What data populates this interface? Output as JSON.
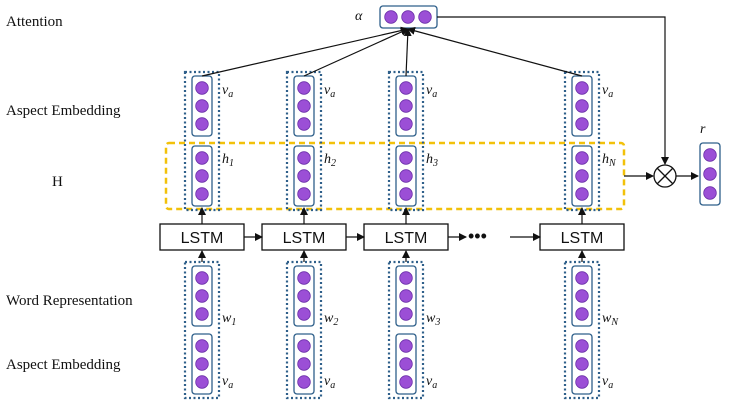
{
  "row_labels": {
    "attention": "Attention",
    "aspect_embedding_top": "Aspect Embedding",
    "hidden": "H",
    "word_representation": "Word Representation",
    "aspect_embedding_bottom": "Aspect Embedding"
  },
  "lstm_label": "LSTM",
  "ellipsis": "•••",
  "symbols": {
    "alpha": "α",
    "r": "r",
    "product": "⊗"
  },
  "columns": [
    {
      "v": "v",
      "v_sub": "a",
      "h": "h",
      "h_sub": "1",
      "w": "w",
      "w_sub": "1"
    },
    {
      "v": "v",
      "v_sub": "a",
      "h": "h",
      "h_sub": "2",
      "w": "w",
      "w_sub": "2"
    },
    {
      "v": "v",
      "v_sub": "a",
      "h": "h",
      "h_sub": "3",
      "w": "w",
      "w_sub": "3"
    },
    {
      "v": "v",
      "v_sub": "a",
      "h": "h",
      "h_sub": "N",
      "w": "w",
      "w_sub": "N"
    }
  ],
  "colors": {
    "node": "#9b4fd6",
    "node_stroke": "#6a2fa8",
    "group_border": "#2e5f8a",
    "highlight": "#f2c10a",
    "line": "#111111"
  }
}
